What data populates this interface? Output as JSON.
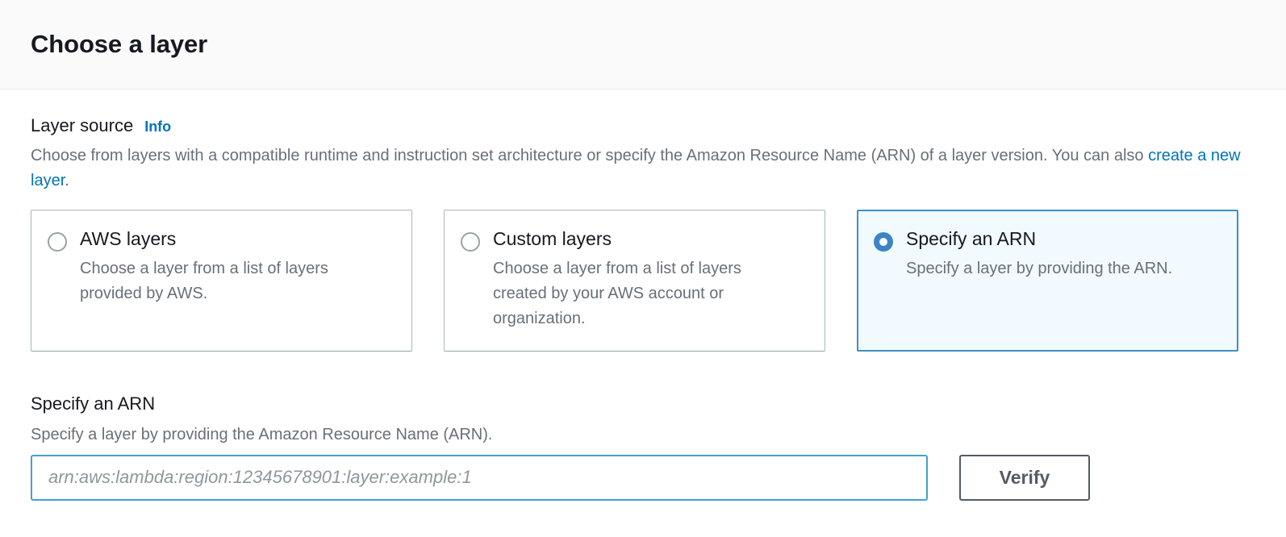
{
  "header": {
    "title": "Choose a layer"
  },
  "layer_source": {
    "label": "Layer source",
    "info_link": "Info",
    "description_part1": "Choose from layers with a compatible runtime and instruction set architecture or specify the Amazon Resource Name (ARN) of a layer version. You can also ",
    "description_link": "create a new layer",
    "description_part2": ".",
    "options": [
      {
        "title": "AWS layers",
        "description": "Choose a layer from a list of layers provided by AWS.",
        "selected": false,
        "radio_icon": "radio-unchecked-icon"
      },
      {
        "title": "Custom layers",
        "description": "Choose a layer from a list of layers created by your AWS account or organization.",
        "selected": false,
        "radio_icon": "radio-unchecked-icon"
      },
      {
        "title": "Specify an ARN",
        "description": "Specify a layer by providing the ARN.",
        "selected": true,
        "radio_icon": "radio-checked-icon"
      }
    ]
  },
  "arn_section": {
    "label": "Specify an ARN",
    "description": "Specify a layer by providing the Amazon Resource Name (ARN).",
    "input_value": "",
    "input_placeholder": "arn:aws:lambda:region:12345678901:layer:example:1",
    "verify_label": "Verify"
  },
  "colors": {
    "link": "#0073bb",
    "selected_border": "#3d8fc4",
    "selected_background": "#f1faff",
    "radio_selected": "#3d84c6",
    "input_focus_border": "#44a0ce",
    "button_border": "#545b64",
    "header_background": "#fafafa",
    "text_primary": "#16191f",
    "text_secondary": "#687078"
  }
}
